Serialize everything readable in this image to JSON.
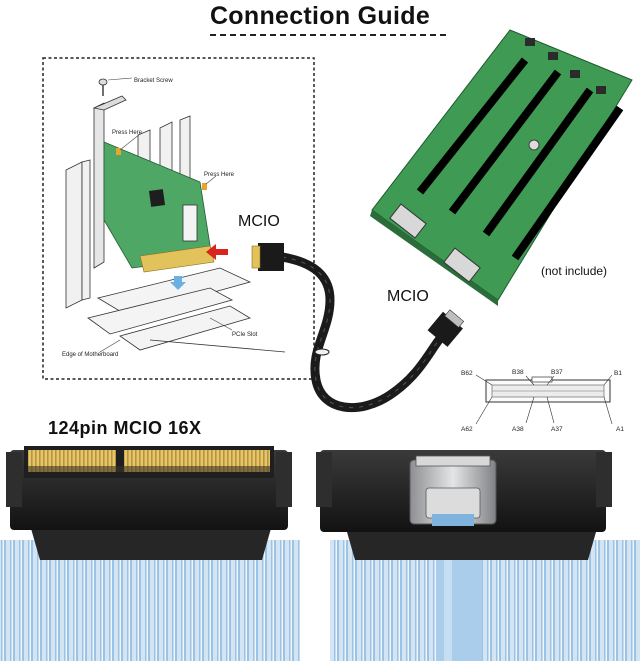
{
  "title": "Connection Guide",
  "labels": {
    "mcio_left": "MCIO",
    "mcio_right": "MCIO",
    "not_include": "(not include)",
    "pin_title": "124pin MCIO 16X"
  },
  "install_diagram": {
    "bracket_screw": "Bracket Screw",
    "press_here_1": "Press Here",
    "press_here_2": "Press Here",
    "pcie_slot": "PCIe Slot",
    "edge_of_motherboard": "Edge of Motherboard"
  },
  "pinout": {
    "b62": "B62",
    "b38": "B38",
    "b37": "B37",
    "b1": "B1",
    "a62": "A62",
    "a38": "A38",
    "a37": "A37",
    "a1": "A1"
  },
  "colors": {
    "pcb_green": "#3f9a54",
    "connector_black": "#1c1c1c",
    "gold": "#c9a94a",
    "cable_blue": "#a9cdea",
    "arrow_red": "#d8261e"
  }
}
